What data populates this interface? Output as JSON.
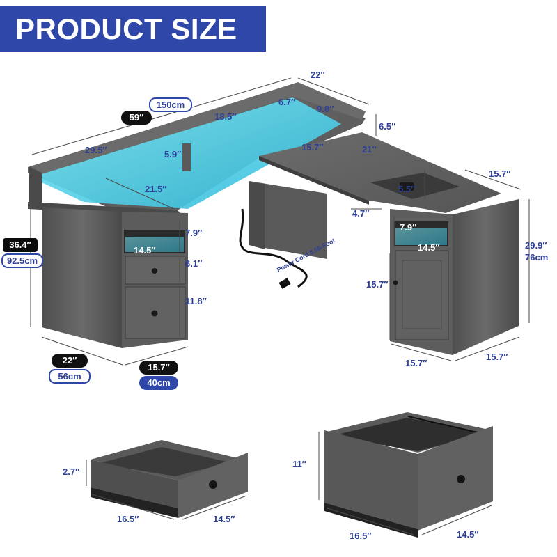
{
  "banner": {
    "title": "PRODUCT SIZE"
  },
  "colors": {
    "banner": "#2e47a8",
    "dimension_text": "#2d3f97",
    "wood": "#5b5b5b",
    "led": "#4fd8ee"
  },
  "icons": {
    "drawer_knob": "knob-icon",
    "outlet": "power-outlet-icon"
  },
  "desk": {
    "top_depth": "22″",
    "width_in": "59″",
    "width_cm": "150cm",
    "hutch_18_5": "18.5″",
    "hutch_6_7": "6.7″",
    "hutch_9_8": "9.8″",
    "hutch_height": "6.5″",
    "left_top_29_5": "29.5″",
    "riser_5_9": "5.9″",
    "side_top_15_7": "15.7″",
    "side_top_21": "21″",
    "inner_21_5": "21.5″",
    "right_depth_15_7": "15.7″",
    "outlet_5_5": "5.5″",
    "gap_4_7": "4.7″",
    "height_in": "36.4″",
    "height_cm": "92.5cm",
    "left_shelf_h": "7.9″",
    "left_shelf_w": "14.5″",
    "left_drawer_h": "6.1″",
    "left_bottom_h": "11.8″",
    "right_shelf_h": "7.9″",
    "right_shelf_w": "14.5″",
    "right_cabinet_h": "15.7″",
    "right_height_in": "29.9″",
    "right_height_cm": "76cm",
    "power_cord": "Power Cord 6.56-Foot",
    "base_depth_in": "22″",
    "base_depth_cm": "56cm",
    "base_width_in": "15.7″",
    "base_width_cm": "40cm",
    "right_base_w": "15.7″",
    "right_base_d": "15.7″"
  },
  "drawer": {
    "height": "2.7″",
    "depth": "16.5″",
    "width": "14.5″"
  },
  "cabinet": {
    "height": "11″",
    "depth": "16.5″",
    "width": "14.5″"
  }
}
